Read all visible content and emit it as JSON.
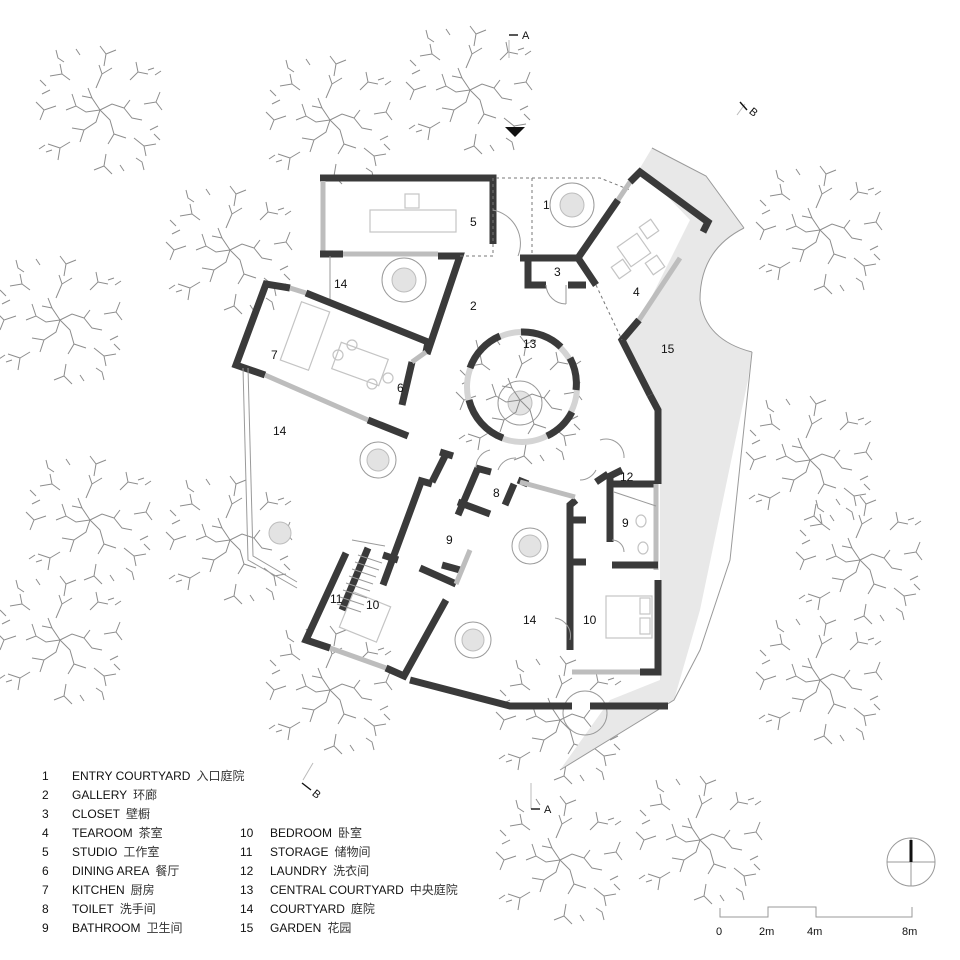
{
  "drawing": {
    "type": "architectural floor plan",
    "entry_marker": "entry-triangle",
    "north_arrow": "north-arrow-circle"
  },
  "rooms": [
    {
      "id": "1",
      "en": "ENTRY COURTYARD",
      "zh": "入口庭院"
    },
    {
      "id": "2",
      "en": "GALLERY",
      "zh": "环廊"
    },
    {
      "id": "3",
      "en": "CLOSET",
      "zh": "壁橱"
    },
    {
      "id": "4",
      "en": "TEAROOM",
      "zh": "茶室"
    },
    {
      "id": "5",
      "en": "STUDIO",
      "zh": "工作室"
    },
    {
      "id": "6",
      "en": "DINING AREA",
      "zh": "餐厅"
    },
    {
      "id": "7",
      "en": "KITCHEN",
      "zh": "厨房"
    },
    {
      "id": "8",
      "en": "TOILET",
      "zh": "洗手间"
    },
    {
      "id": "9",
      "en": "BATHROOM",
      "zh": "卫生间"
    },
    {
      "id": "10",
      "en": "BEDROOM",
      "zh": "卧室"
    },
    {
      "id": "11",
      "en": "STORAGE",
      "zh": "储物间"
    },
    {
      "id": "12",
      "en": "LAUNDRY",
      "zh": "洗衣间"
    },
    {
      "id": "13",
      "en": "CENTRAL COURTYARD",
      "zh": "中央庭院"
    },
    {
      "id": "14",
      "en": "COURTYARD",
      "zh": "庭院"
    },
    {
      "id": "15",
      "en": "GARDEN",
      "zh": "花园"
    }
  ],
  "plan_labels": {
    "r1": "1",
    "r2": "2",
    "r3": "3",
    "r4": "4",
    "r5": "5",
    "r6": "6",
    "r7": "7",
    "r8": "8",
    "r9a": "9",
    "r9b": "9",
    "r10a": "10",
    "r10b": "10",
    "r11": "11",
    "r12": "12",
    "r13": "13",
    "r14a": "14",
    "r14b": "14",
    "r14c": "14",
    "r15": "15"
  },
  "sections": {
    "a_top": "A",
    "a_bottom": "A",
    "b_top": "B",
    "b_bottom": "B"
  },
  "scale_bar": {
    "ticks": [
      "0",
      "2m",
      "4m",
      "8m"
    ]
  },
  "colors": {
    "wall": "#3a3a3a",
    "glazing": "#bdbdbd",
    "garden_fill": "#e8e8e8",
    "tree_line": "#8d8d8d",
    "background": "#ffffff"
  }
}
